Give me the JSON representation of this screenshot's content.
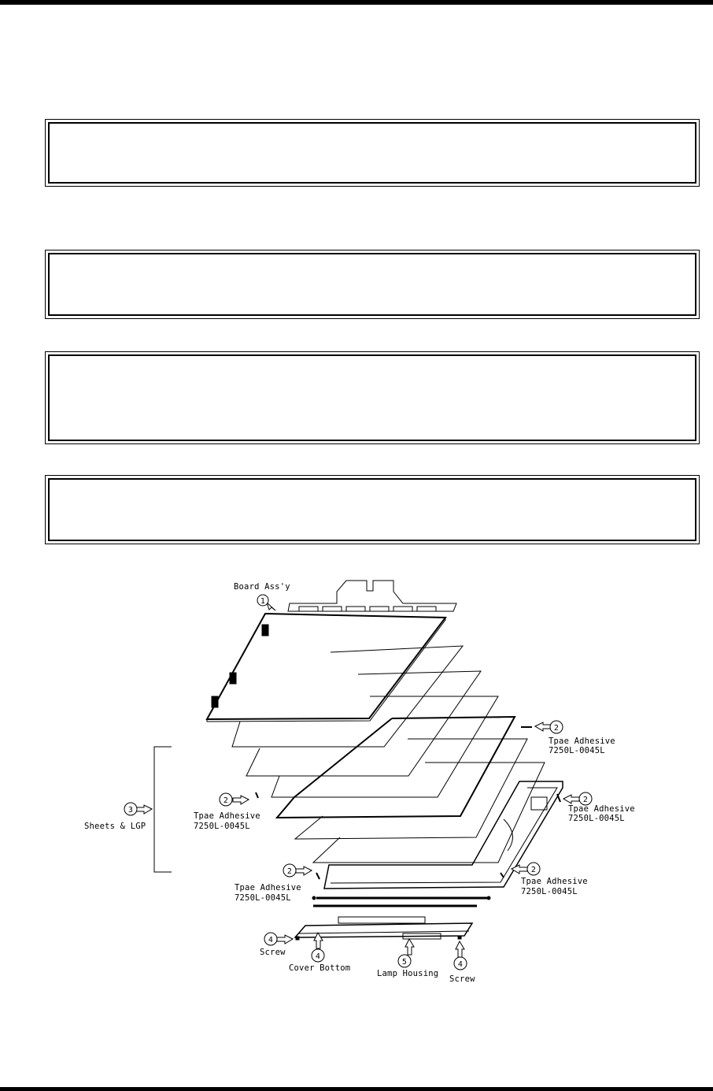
{
  "page": {
    "header_rule": true,
    "footer_rule": true
  },
  "note_boxes": [
    {
      "id": "box-1",
      "text": ""
    },
    {
      "id": "box-2",
      "text": ""
    },
    {
      "id": "box-3",
      "text": ""
    },
    {
      "id": "box-4",
      "text": ""
    }
  ],
  "figure": {
    "labels": {
      "board_assy": "Board Ass'y",
      "tape_adhesive": "Tpae Adhesive",
      "part_no": "7250L-0045L",
      "sheets_lgp": "Sheets & LGP",
      "screw": "Screw",
      "cover_bottom": "Cover Bottom",
      "lamp_housing": "Lamp Housing"
    },
    "callouts": {
      "board": "1",
      "tape": "2",
      "sheets": "3",
      "screw_cover": "4",
      "lamp": "5"
    }
  }
}
